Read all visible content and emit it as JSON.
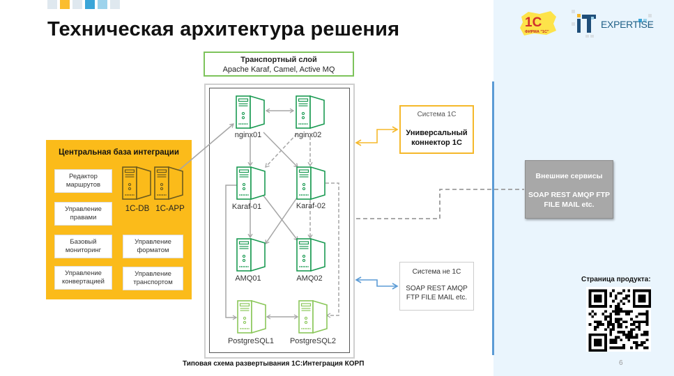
{
  "header": {
    "title": "Техническая архитектура решения",
    "decor_squares": [
      "#dfe8ef",
      "#fbbd2e",
      "#dfe8ef",
      "#3aa5d8",
      "#9dd3ec",
      "#dfe8ef"
    ]
  },
  "logos": {
    "firma_1c": {
      "big": "1С",
      "small": "ФИРМА \"1С\""
    },
    "it_expertise": {
      "mark": "iT",
      "text": "EXPERTISE"
    }
  },
  "transport_layer": {
    "title": "Транспортный слой",
    "subtitle": "Apache Karaf, Camel, Active MQ"
  },
  "central_base": {
    "title": "Центральная база интеграции",
    "modules": [
      "Редактор маршрутов",
      "Управление правами",
      "Базовый мониторинг",
      "Управление форматом",
      "Управление конвертацией",
      "Управление транспортом"
    ],
    "servers": [
      "1C-DB",
      "1C-APP"
    ]
  },
  "cluster": {
    "servers": [
      "nginx01",
      "nginx02",
      "Karaf-01",
      "Karaf-02",
      "AMQ01",
      "AMQ02",
      "PostgreSQL1",
      "PostgreSQL2"
    ]
  },
  "system_1c": {
    "label": "Система 1С",
    "name": "Универсальный коннектор 1С"
  },
  "system_non1c": {
    "label": "Система не 1С",
    "protocols": "SOAP REST AMQP FTP FILE MAIL etc."
  },
  "external_services": {
    "title": "Внешние сервисы",
    "protocols": "SOAP REST AMQP FTP FILE MAIL etc."
  },
  "qr": {
    "label": "Страница продукта:"
  },
  "caption": "Типовая схема развертывания 1С:Интеграция КОРП",
  "page_number": "6",
  "colors": {
    "yellow": "#fbbb1a",
    "green_dark": "#1a9a52",
    "green_light": "#8bc75a",
    "connector_1c": "#f5b82a",
    "connector_non1c": "#5b9bd5",
    "right_panel": "#eaf5fd"
  }
}
